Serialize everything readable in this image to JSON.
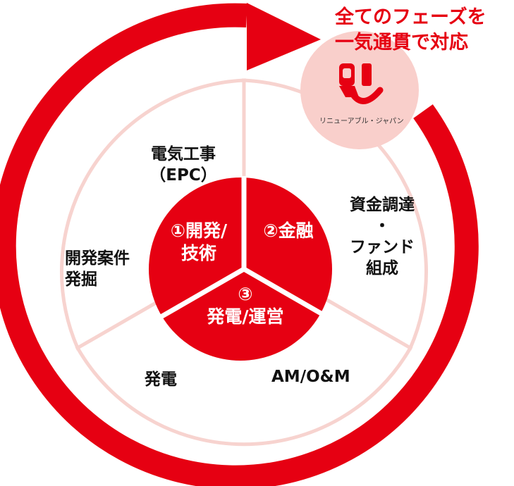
{
  "colors": {
    "accent": "#e60012",
    "sector_fill": "#ffffff",
    "sector_border": "#f7d3cf",
    "logo_circle": "#f9cfcb"
  },
  "tagline": {
    "line1": "全てのフェーズを",
    "line2": "一気通貫で対応"
  },
  "logo": {
    "brand_text": "リニューアブル・ジャパン"
  },
  "center": {
    "development": {
      "line1": "①開発/",
      "line2": "技術"
    },
    "finance": {
      "line1": "②金融"
    },
    "operation": {
      "line1": "③",
      "line2": "発電/運営"
    }
  },
  "outer": {
    "epc": {
      "line1": "電気工事",
      "line2": "（EPC）"
    },
    "funding": {
      "line1": "資金調達",
      "line2": "・",
      "line3": "ファンド",
      "line4": "組成"
    },
    "project_dev": {
      "line1": "開発案件",
      "line2": "発掘"
    },
    "power": {
      "line1": "発電"
    },
    "am_om": {
      "line1": "AM/O&M"
    }
  }
}
